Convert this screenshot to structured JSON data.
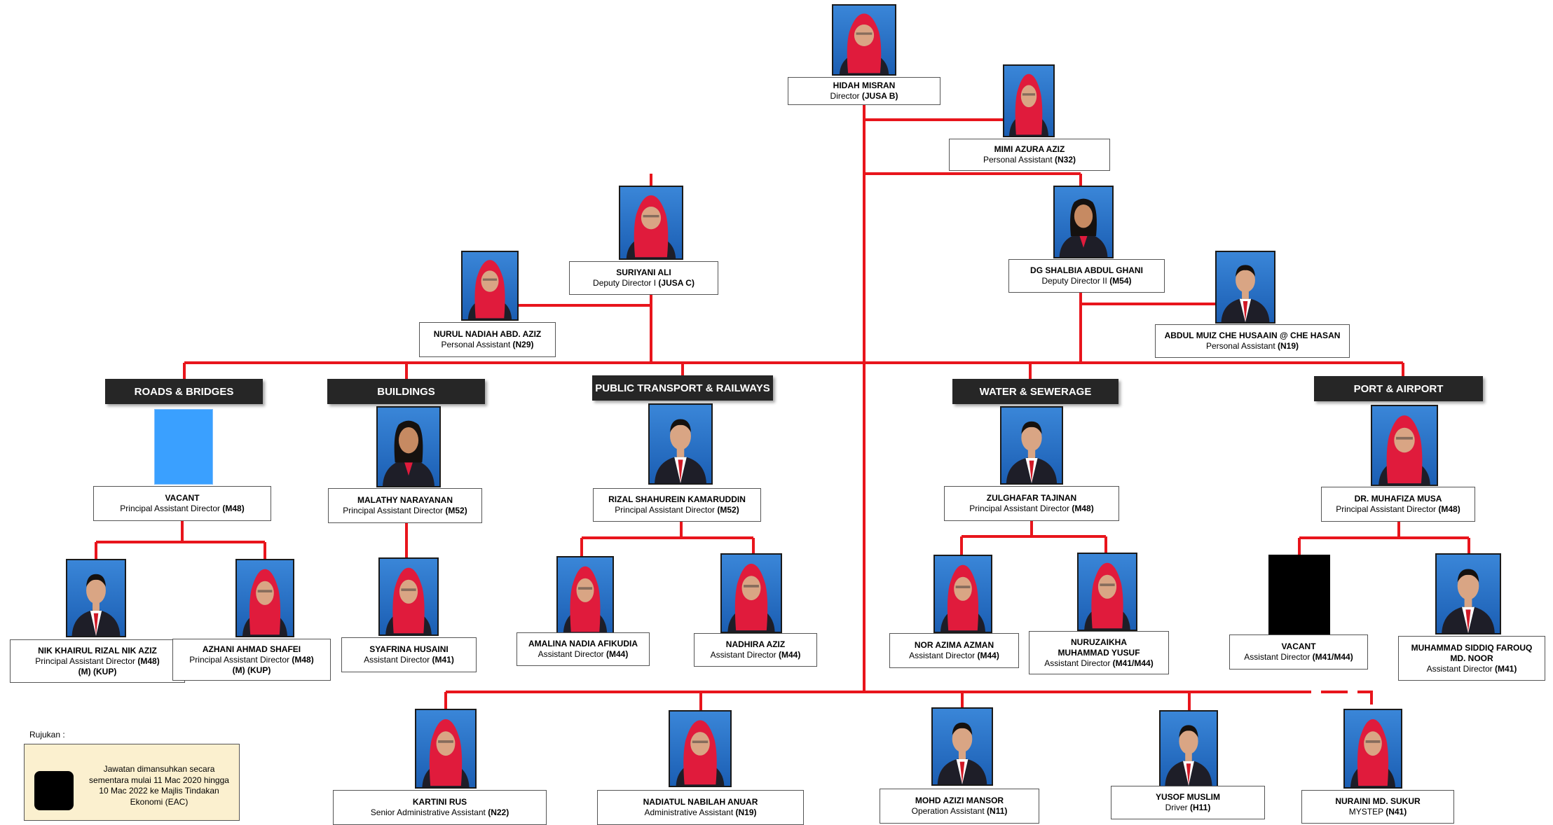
{
  "colors": {
    "connector": "#e8151c",
    "header_bg": "#262626",
    "legend_bg": "#fbf0cf"
  },
  "people": [
    {
      "id": "director",
      "name": "HIDAH MISRAN",
      "title": "Director",
      "grade": "(JUSA  B)",
      "photo": "hijab"
    },
    {
      "id": "pa-director",
      "name": "MIMI AZURA AZIZ",
      "title": "Personal Assistant",
      "grade": "(N32)",
      "photo": "hijab"
    },
    {
      "id": "deputy-1",
      "name": "SURIYANI ALI",
      "title": "Deputy Director I",
      "grade": "(JUSA C)",
      "photo": "hijab"
    },
    {
      "id": "deputy-2",
      "name": "DG SHALBIA ABDUL GHANI",
      "title": "Deputy Director II",
      "grade": "(M54)",
      "photo": "woman"
    },
    {
      "id": "pa-deputy-1",
      "name": "NURUL NADIAH ABD. AZIZ",
      "title": "Personal Assistant",
      "grade": "(N29)",
      "photo": "hijab"
    },
    {
      "id": "pa-deputy-2",
      "name": "ABDUL MUIZ CHE HUSAAIN @ CHE HASAN",
      "title": "Personal Assistant",
      "grade": "(N19)",
      "photo": "man"
    },
    {
      "id": "pad-roads",
      "name": "VACANT",
      "title": "Principal Assistant Director",
      "grade": "(M48)",
      "photo": "blank"
    },
    {
      "id": "pad-buildings",
      "name": "MALATHY NARAYANAN",
      "title": "Principal Assistant Director",
      "grade": "(M52)",
      "photo": "woman"
    },
    {
      "id": "pad-transport",
      "name": "RIZAL SHAHUREIN KAMARUDDIN",
      "title": "Principal Assistant Director",
      "grade": "(M52)",
      "photo": "man"
    },
    {
      "id": "pad-water",
      "name": "ZULGHAFAR TAJINAN",
      "title": "Principal Assistant Director",
      "grade": "(M48)",
      "photo": "man"
    },
    {
      "id": "pad-port",
      "name": "DR. MUHAFIZA MUSA",
      "title": "Principal Assistant Director",
      "grade": "(M48)",
      "photo": "hijab"
    },
    {
      "id": "roads-1",
      "name": "NIK KHAIRUL RIZAL NIK AZIZ",
      "title": "Principal Assistant Director",
      "grade": "(M48)",
      "extra": "(M) (KUP)",
      "photo": "man"
    },
    {
      "id": "roads-2",
      "name": "AZHANI  AHMAD SHAFEI",
      "title": "Principal Assistant Director",
      "grade": "(M48)",
      "extra": "(M) (KUP)",
      "photo": "hijab"
    },
    {
      "id": "buildings-1",
      "name": "SYAFRINA  HUSAINI",
      "title": "Assistant Director",
      "grade": "(M41)",
      "photo": "hijab"
    },
    {
      "id": "transport-1",
      "name": "AMALINA NADIA AFIKUDIA",
      "title": "Assistant Director",
      "grade": "(M44)",
      "photo": "hijab"
    },
    {
      "id": "transport-2",
      "name": "NADHIRA AZIZ",
      "title": "Assistant Director",
      "grade": "(M44)",
      "photo": "hijab"
    },
    {
      "id": "water-1",
      "name": "NOR AZIMA AZMAN",
      "title": "Assistant Director",
      "grade": "(M44)",
      "photo": "hijab"
    },
    {
      "id": "water-2",
      "name": "NURUZAIKHA",
      "name2": "MUHAMMAD YUSUF",
      "title": "Assistant Director",
      "grade": "(M41/M44)",
      "photo": "hijab"
    },
    {
      "id": "port-1",
      "name": "VACANT",
      "title": "Assistant Director",
      "grade": "(M41/M44)",
      "photo": "black"
    },
    {
      "id": "port-2",
      "name": "MUHAMMAD SIDDIQ FAROUQ",
      "name2": "MD. NOOR",
      "title": "Assistant Director",
      "grade": "(M41)",
      "photo": "man"
    },
    {
      "id": "admin-1",
      "name": "KARTINI RUS",
      "title": "Senior Administrative Assistant",
      "grade": "(N22)",
      "photo": "hijab"
    },
    {
      "id": "admin-2",
      "name": "NADIATUL NABILAH ANUAR",
      "title": "Administrative Assistant",
      "grade": "(N19)",
      "photo": "hijab"
    },
    {
      "id": "admin-3",
      "name": "MOHD AZIZI MANSOR",
      "title": "Operation Assistant",
      "grade": "(N11)",
      "photo": "man"
    },
    {
      "id": "admin-4",
      "name": "YUSOF MUSLIM",
      "title": "Driver",
      "grade": "(H11)",
      "photo": "man"
    },
    {
      "id": "admin-5",
      "name": "NURAINI MD. SUKUR",
      "title": "MYSTEP",
      "grade": "(N41)",
      "photo": "hijab"
    }
  ],
  "sections": [
    {
      "id": "roads",
      "label": "ROADS & BRIDGES"
    },
    {
      "id": "buildings",
      "label": "BUILDINGS"
    },
    {
      "id": "transport",
      "label": "PUBLIC TRANSPORT & RAILWAYS"
    },
    {
      "id": "water",
      "label": "WATER & SEWERAGE"
    },
    {
      "id": "port",
      "label": "PORT & AIRPORT"
    }
  ],
  "legend": {
    "title": "Rujukan :",
    "text": "Jawatan dimansuhkan secara sementara mulai 11 Mac 2020 hingga 10 Mac 2022 ke Majlis Tindakan Ekonomi (EAC)"
  }
}
